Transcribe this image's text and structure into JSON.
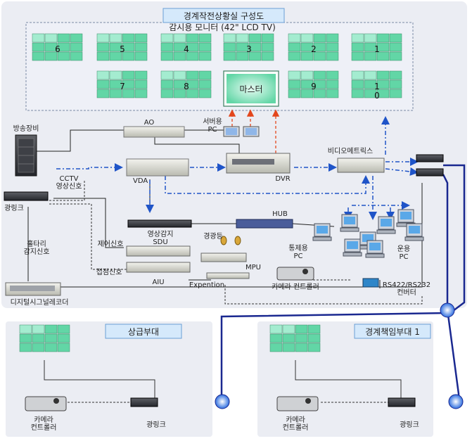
{
  "top_title": "경계작전상황실 구성도",
  "monitor_title": "감시용 모니터 (42\" LCD TV)",
  "monitor_numbers": [
    "6",
    "5",
    "4",
    "3",
    "2",
    "1",
    "7",
    "8",
    "9",
    "1\n0"
  ],
  "master_label": "마스터",
  "labels": {
    "broadcast": "방송장비",
    "ao": "AO",
    "server_pc": "서버용\nPC",
    "cctv_signal": "CCTV\n영상신호",
    "vda": "VDA",
    "dvr": "DVR",
    "video_matrix": "비디오메트릭스",
    "optical_link_main": "광링크",
    "hub": "HUB",
    "video_sdu": "영상감지\nSDU",
    "alarm_light": "경광등",
    "control_signal": "제어신호",
    "contact_signal": "접점신호",
    "aiu": "AIU",
    "mpu": "MPU",
    "control_pc": "통제용\nPC",
    "operation_pc": "운용\nPC",
    "holtary_signal": "홀타리\n감지신호",
    "expention": "Expention",
    "camera_controller_main": "카메라 컨트롤러",
    "converter": "RS422/RS232\n컨버터",
    "digital_signal_recorder": "디지털시그널레코더"
  },
  "panels": {
    "left": {
      "title": "상급부대",
      "camera_controller": "카메라\n컨트롤러",
      "optical_link": "광링크"
    },
    "right": {
      "title": "경계책임부대 1",
      "camera_controller": "카메라\n컨트롤러",
      "optical_link": "광링크"
    }
  },
  "colors": {
    "panel_bg": "#ebedf3",
    "title_box": "#d5e9fb",
    "title_border": "#6a9ed4",
    "arrow_blue": "#1f54c8",
    "arrow_red": "#e3461c",
    "fiber": "#1a2890",
    "monitor_green": "#62d6a6"
  }
}
